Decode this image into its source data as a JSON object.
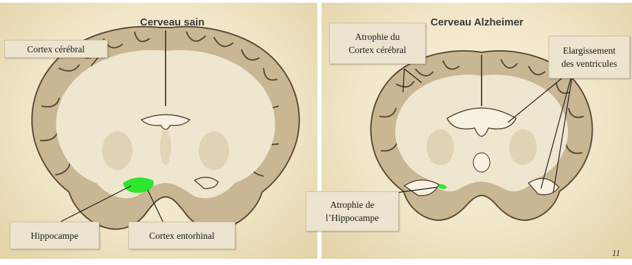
{
  "healthy": {
    "title": "Cerveau sain",
    "labels": {
      "cortex": "Cortex cérébral",
      "hippocampus": "Hippocampe",
      "entorhinal": "Cortex entorhinal"
    }
  },
  "alzheimer": {
    "title": "Cerveau Alzheimer",
    "labels": {
      "cortex_atrophy": "Atrophie du\nCortex cérébral",
      "ventricles": "Elargissement\ndes ventricules",
      "hippocampus_atrophy": "Atrophie de\nl’Hippocampe"
    }
  },
  "page_number": "11",
  "colors": {
    "background": "#f1e6c8",
    "cortex_gray": "#c8b898",
    "white_matter": "#efe6cf",
    "hippocampus_highlight": "#2ee62e"
  }
}
